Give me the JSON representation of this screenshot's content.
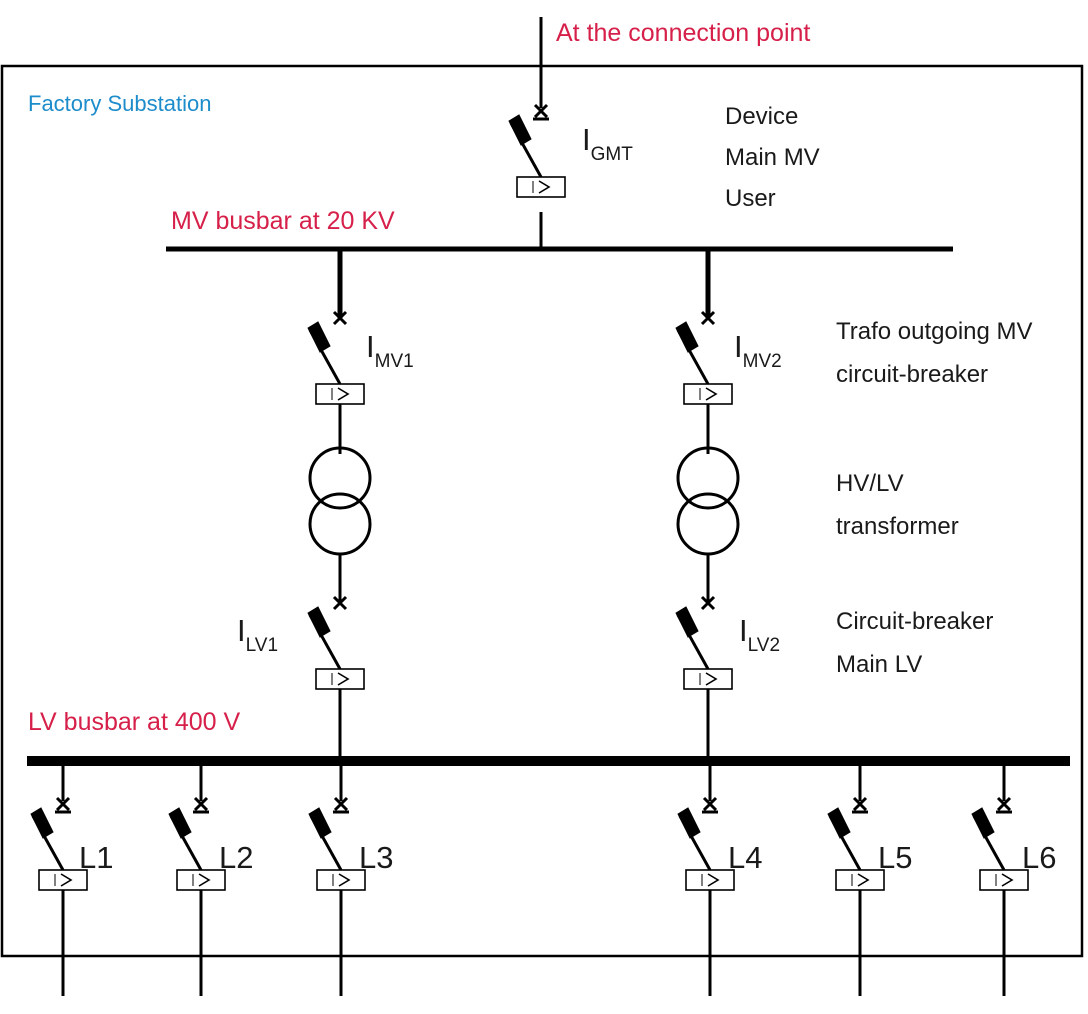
{
  "supply_label": "At the connection point",
  "box_title": "Factory Substation",
  "mv_busbar_label": "MV busbar at 20 KV",
  "lv_busbar_label": "LV busbar at 400 V",
  "relay_symbol": "I>",
  "main_breaker": {
    "label_main": "I",
    "label_sub": "GMT",
    "description": [
      "Device",
      "Main MV",
      "User"
    ]
  },
  "mv_breakers": [
    {
      "label_main": "I",
      "label_sub": "MV1"
    },
    {
      "label_main": "I",
      "label_sub": "MV2"
    }
  ],
  "mv_breaker_description": [
    "Trafo outgoing MV",
    "circuit-breaker"
  ],
  "transformer_description": [
    "HV/LV",
    "transformer"
  ],
  "lv_breakers": [
    {
      "label_main": "I",
      "label_sub": "LV1"
    },
    {
      "label_main": "I",
      "label_sub": "LV2"
    }
  ],
  "lv_breaker_description": [
    "Circuit-breaker",
    "Main LV"
  ],
  "feeders": [
    "L1",
    "L2",
    "L3",
    "L4",
    "L5",
    "L6"
  ],
  "colors": {
    "accent_red": "#d6204a",
    "accent_blue": "#1d8ccb",
    "line": "#000000"
  }
}
